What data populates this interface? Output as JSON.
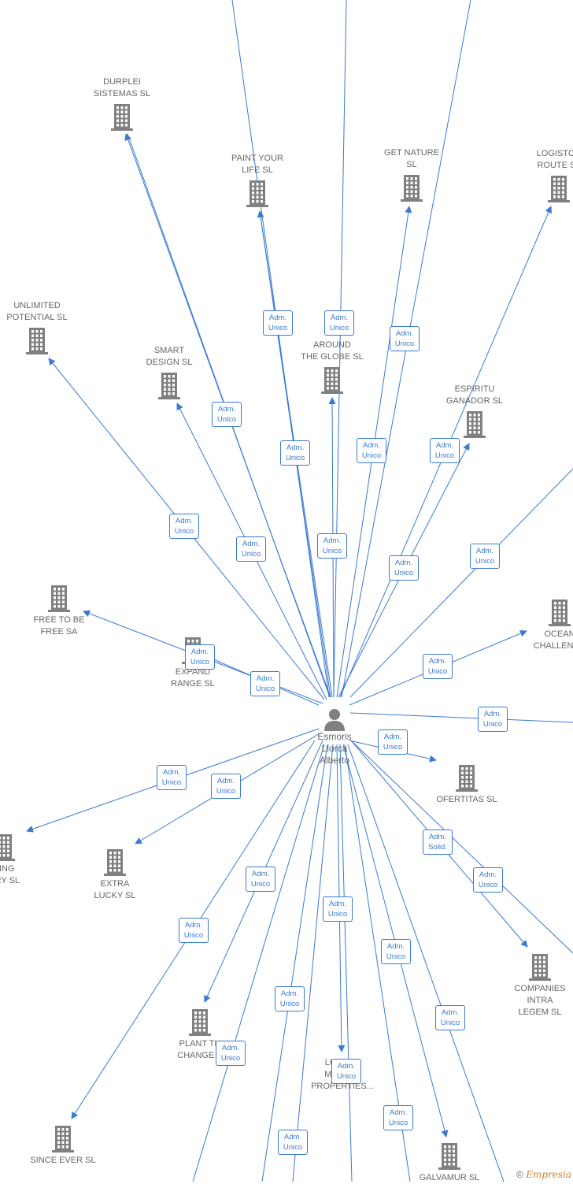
{
  "colors": {
    "edge": "#3a7ad0",
    "building": "#808080",
    "text": "#666666",
    "brand": "#e07b20"
  },
  "center": {
    "name": "Esmoris\nLlorca\nAlberto",
    "icon": "person-icon"
  },
  "companies": [
    {
      "id": "durplei",
      "label": "DURPLEI\nSISTEMAS  SL",
      "icon": "building-icon"
    },
    {
      "id": "paint",
      "label": "PAINT YOUR\nLIFE  SL",
      "icon": "building-icon"
    },
    {
      "id": "getnature",
      "label": "GET NATURE\nSL",
      "icon": "building-icon"
    },
    {
      "id": "logistou",
      "label": "LOGISTOU\nROUTE  SL",
      "icon": "building-icon"
    },
    {
      "id": "unlimited",
      "label": "UNLIMITED\nPOTENTIAL  SL",
      "icon": "building-icon"
    },
    {
      "id": "smart",
      "label": "SMART\nDESIGN  SL",
      "icon": "building-icon"
    },
    {
      "id": "around",
      "label": "AROUND\nTHE GLOBE  SL",
      "icon": "building-icon"
    },
    {
      "id": "espiritu",
      "label": "ESPIRITU\nGANADOR SL",
      "icon": "building-icon"
    },
    {
      "id": "freetobe",
      "label": "FREE TO BE\nFREE SA",
      "icon": "building-icon"
    },
    {
      "id": "expand",
      "label": "EXPAND\nRANGE  SL",
      "icon": "building-icon"
    },
    {
      "id": "ocean",
      "label": "OCEAN\nCHALLENGE",
      "icon": "building-icon"
    },
    {
      "id": "ofertitas",
      "label": "OFERTITAS  SL",
      "icon": "building-icon"
    },
    {
      "id": "living",
      "label": "VING\nORY  SL",
      "icon": "building-icon"
    },
    {
      "id": "extralucky",
      "label": "EXTRA\nLUCKY  SL",
      "icon": "building-icon"
    },
    {
      "id": "companies",
      "label": "COMPANIES\nINTRA\nLEGEM SL",
      "icon": "building-icon"
    },
    {
      "id": "plant",
      "label": "PLANT TH\nCHANGE  S",
      "icon": "building-icon"
    },
    {
      "id": "luxury",
      "label": "LUXURY\nMARKET\nPROPERTIES...",
      "icon": "building-icon"
    },
    {
      "id": "sinceever",
      "label": "SINCE EVER  SL",
      "icon": "building-icon"
    },
    {
      "id": "galvamur",
      "label": "GALVAMUR  SL",
      "icon": "building-icon"
    }
  ],
  "badges": [
    {
      "id": "b-paint",
      "text": "Adm.\nUnico"
    },
    {
      "id": "b-around-top",
      "text": "Adm.\nUnico"
    },
    {
      "id": "b-getnature",
      "text": "Adm.\nUnico"
    },
    {
      "id": "b-durplei",
      "text": "Adm.\nUnico"
    },
    {
      "id": "b-paint2",
      "text": "Adm.\nUnico"
    },
    {
      "id": "b-getnature2",
      "text": "Adm.\nUnico"
    },
    {
      "id": "b-espiritu",
      "text": "Adm.\nUnico"
    },
    {
      "id": "b-unlimited",
      "text": "Adm.\nUnico"
    },
    {
      "id": "b-smart",
      "text": "Adm.\nUnico"
    },
    {
      "id": "b-around",
      "text": "Adm.\nUnico"
    },
    {
      "id": "b-logistou",
      "text": "Adm.\nUnico"
    },
    {
      "id": "b-right-top",
      "text": "Adm.\nUnico"
    },
    {
      "id": "b-freetobe",
      "text": "Adm.\nUnico"
    },
    {
      "id": "b-expand",
      "text": "Adm.\nUnico"
    },
    {
      "id": "b-ocean",
      "text": "Adm.\nUnico"
    },
    {
      "id": "b-right-mid",
      "text": "Adm.\nUnico"
    },
    {
      "id": "b-ofertitas",
      "text": "Adm.\nUnico"
    },
    {
      "id": "b-living",
      "text": "Adm.\nUnico"
    },
    {
      "id": "b-extralucky",
      "text": "Adm.\nUnico"
    },
    {
      "id": "b-solid",
      "text": "Adm.\nSolid."
    },
    {
      "id": "b-companies",
      "text": "Adm.\nUnico"
    },
    {
      "id": "b-plant",
      "text": "Adm.\nUnico"
    },
    {
      "id": "b-luxury-top",
      "text": "Adm.\nUnico"
    },
    {
      "id": "b-sinceever",
      "text": "Adm.\nUnico"
    },
    {
      "id": "b-galvamur",
      "text": "Adm.\nUnico"
    },
    {
      "id": "b-bottom1",
      "text": "Adm.\nUnico"
    },
    {
      "id": "b-bottom2",
      "text": "Adm.\nUnico"
    },
    {
      "id": "b-right-low",
      "text": "Adm.\nUnico"
    },
    {
      "id": "b-luxury",
      "text": "Adm.\nUnico"
    },
    {
      "id": "b-bottom3",
      "text": "Adm.\nUnico"
    },
    {
      "id": "b-bottom4",
      "text": "Adm.\nUnico"
    }
  ],
  "footer": {
    "copyright_symbol": "©",
    "brand": "Empresia"
  }
}
